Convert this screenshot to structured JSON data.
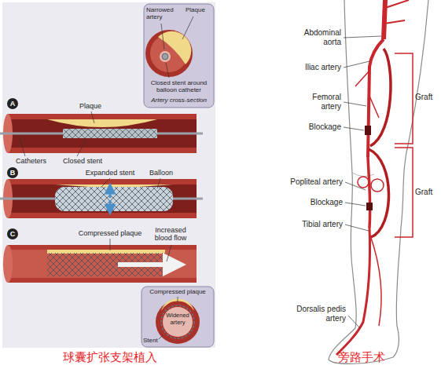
{
  "diagram": {
    "labels": [
      "Narrowed artery",
      "Plaque",
      "Closed stent around balloon catheter",
      "Artery cross-section",
      "A",
      "Plaque",
      "Catheters",
      "Closed stent",
      "B",
      "Expanded stent",
      "Balloon",
      "C",
      "Compressed plaque",
      "Increased blood flow",
      "Compressed plaque",
      "Widened artery",
      "Stent",
      "球囊扩张支架植入",
      "Abdominal aorta",
      "Iliac artery",
      "Femoral artery",
      "Blockage",
      "Graft",
      "Graft",
      "Popliteal artery",
      "Blockage",
      "Tibial artery",
      "Dorsalis pedis artery",
      "旁路手术"
    ]
  }
}
